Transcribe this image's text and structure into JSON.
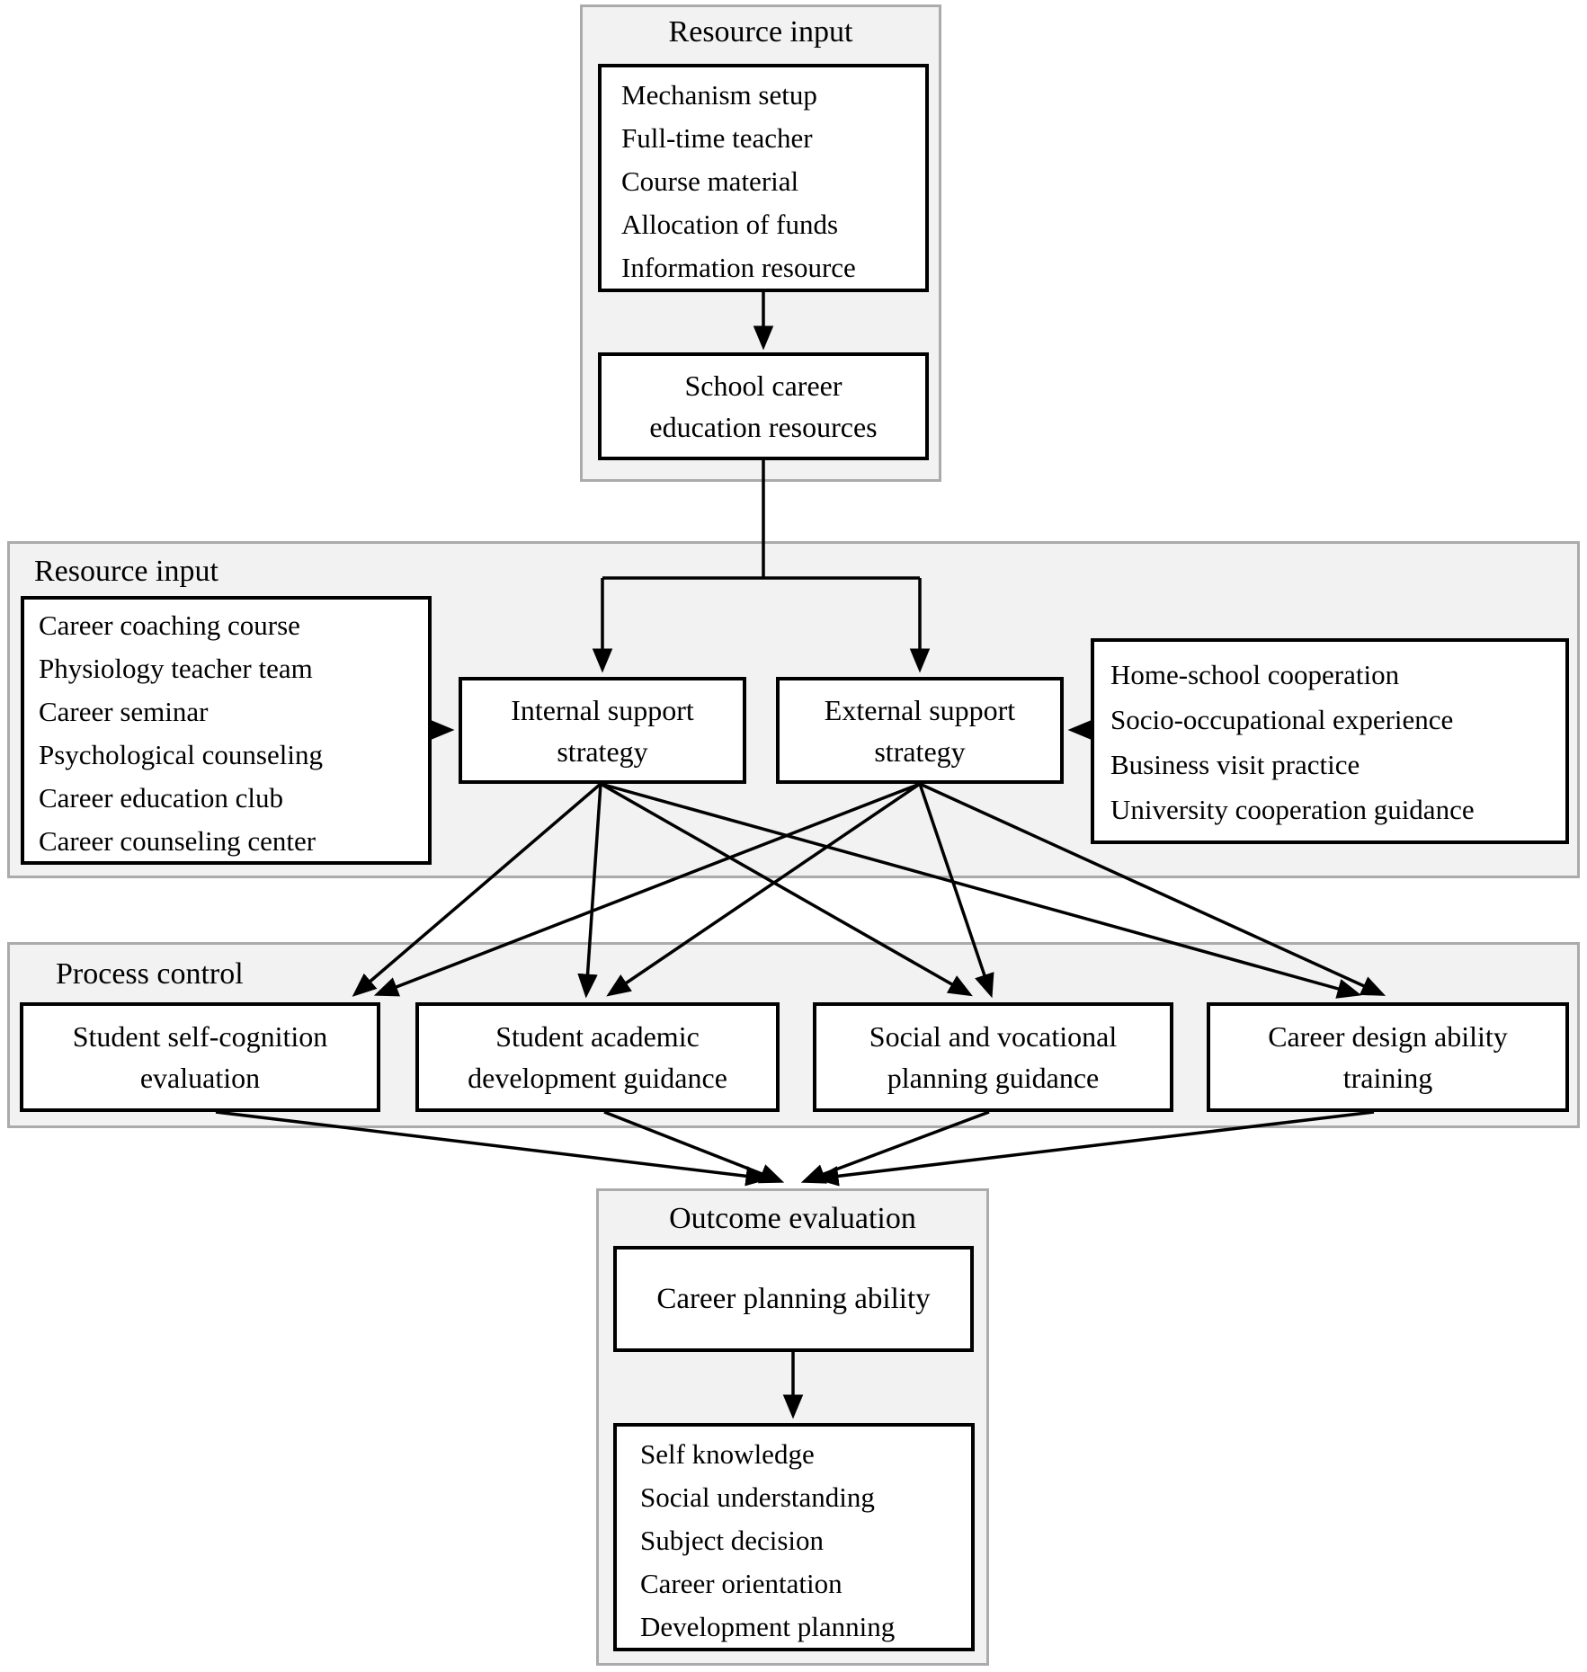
{
  "diagram": {
    "top_panel": {
      "title": "Resource input",
      "resource_items": [
        "Mechanism setup",
        "Full-time teacher",
        "Course material",
        "Allocation of funds",
        "Information resource"
      ],
      "school_box": [
        "School career",
        "education resources"
      ]
    },
    "middle_panel": {
      "title": "Resource input",
      "internal_items": [
        "Career coaching course",
        "Physiology teacher team",
        "Career seminar",
        "Psychological counseling",
        "Career education club",
        "Career counseling center"
      ],
      "internal_strategy": [
        "Internal support",
        "strategy"
      ],
      "external_strategy": [
        "External support",
        "strategy"
      ],
      "external_items": [
        "Home-school cooperation",
        "Socio-occupational experience",
        "Business visit practice",
        "University cooperation guidance"
      ]
    },
    "process_panel": {
      "title": "Process control",
      "boxes": [
        [
          "Student self-cognition",
          "evaluation"
        ],
        [
          "Student academic",
          "development guidance"
        ],
        [
          "Social and vocational",
          "planning guidance"
        ],
        [
          "Career design ability",
          "training"
        ]
      ]
    },
    "outcome_panel": {
      "title": "Outcome evaluation",
      "career_box": "Career planning ability",
      "outcome_items": [
        "Self knowledge",
        "Social understanding",
        "Subject decision",
        "Career orientation",
        "Development planning"
      ]
    },
    "colors": {
      "panel_bg": "#f2f2f2",
      "panel_border": "#ababab",
      "box_bg": "#ffffff",
      "box_border": "#000000",
      "arrow": "#000000"
    }
  }
}
